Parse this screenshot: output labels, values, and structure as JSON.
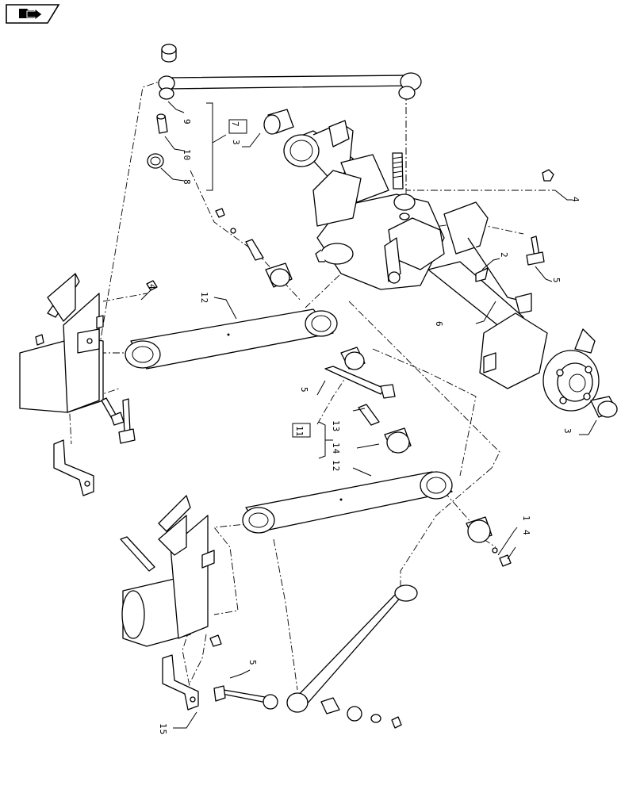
{
  "toolbar": {
    "icon": "folder-arrow-icon"
  },
  "callouts": {
    "c1": "1",
    "c2": "2",
    "c3a": "3",
    "c3b": "3",
    "c4a": "4",
    "c4b": "4",
    "c4c": "4",
    "c5a": "5",
    "c5b": "5",
    "c5c": "5",
    "c6": "6",
    "c7": "7",
    "c8": "8",
    "c9": "9",
    "c10": "10",
    "c11": "11",
    "c12a": "12",
    "c12b": "12",
    "c13": "13",
    "c14": "14",
    "c15": "15"
  }
}
